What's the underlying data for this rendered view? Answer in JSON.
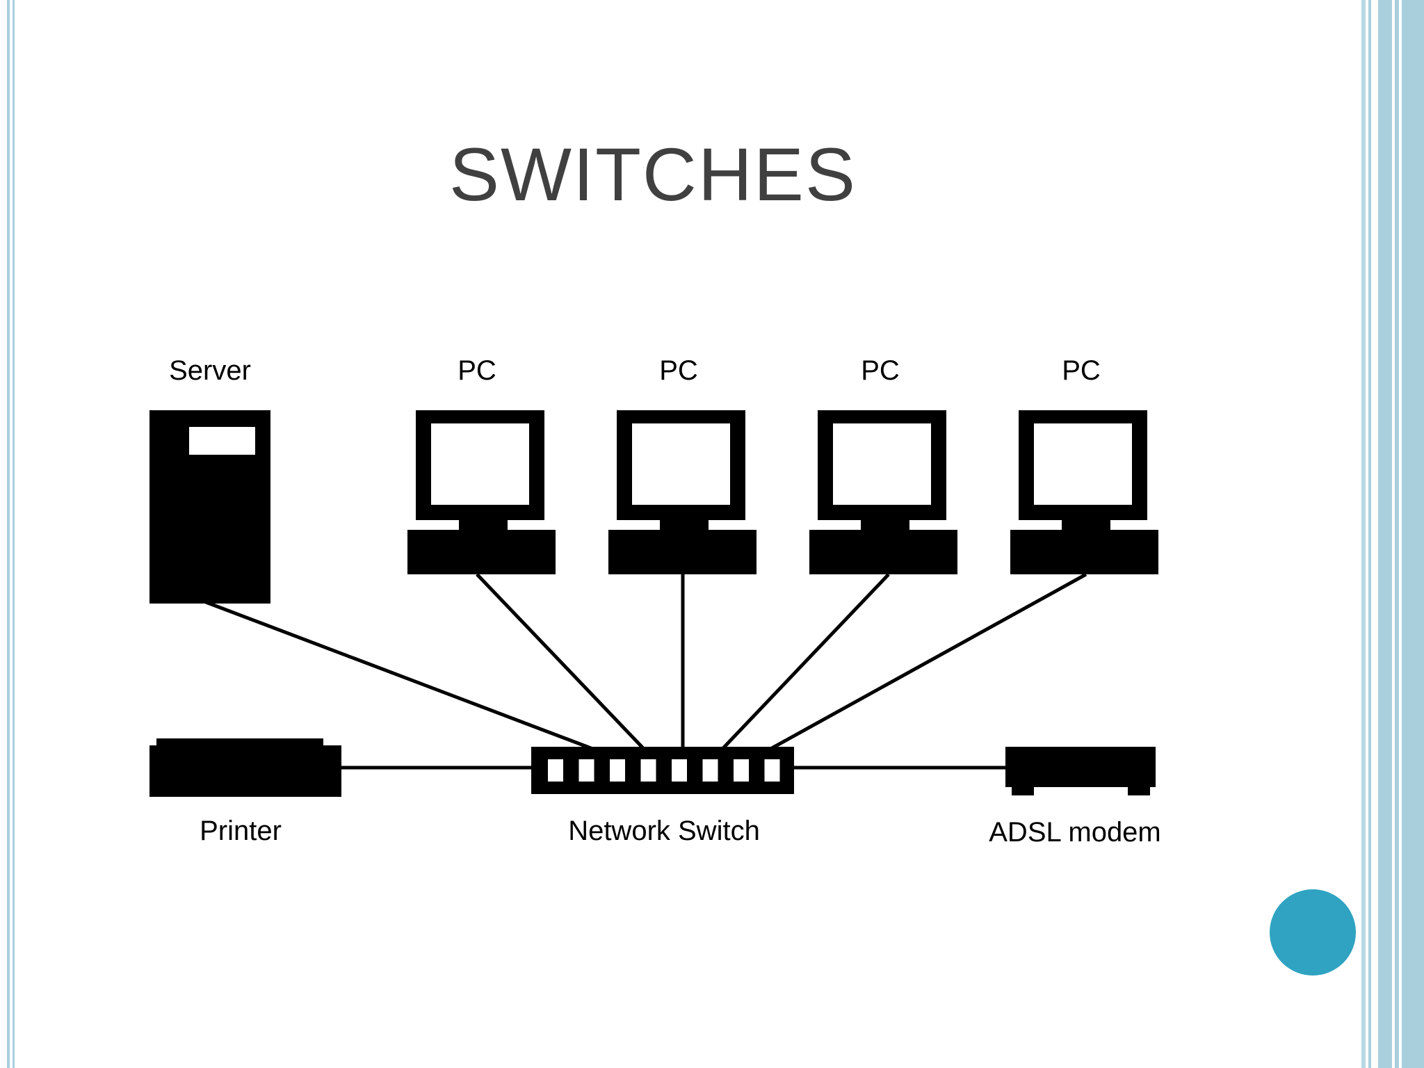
{
  "slide": {
    "title": "SWITCHES",
    "accent_color": "#2fa3c1",
    "border_color": "#a9cfdd"
  },
  "diagram": {
    "nodes": {
      "server": "Server",
      "pc_1": "PC",
      "pc_2": "PC",
      "pc_3": "PC",
      "pc_4": "PC",
      "printer": "Printer",
      "switch": "Network Switch",
      "modem": "ADSL modem"
    },
    "switch_ports": 8
  }
}
